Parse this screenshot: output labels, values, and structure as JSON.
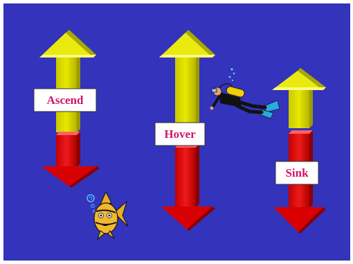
{
  "slide": {
    "background_color": "#3333bb",
    "up_arrow_color": "#dede00",
    "down_arrow_color": "#e01010",
    "label_text_color": "#d4146a",
    "label_box_color": "#ffffff"
  },
  "columns": [
    {
      "label": "Ascend",
      "relative_buoyancy": "up"
    },
    {
      "label": "Hover",
      "relative_buoyancy": "neutral"
    },
    {
      "label": "Sink",
      "relative_buoyancy": "down"
    }
  ],
  "clipart": [
    {
      "name": "fish-icon",
      "description": "cartoon fish"
    },
    {
      "name": "scuba-diver-icon",
      "description": "scuba diver"
    }
  ]
}
